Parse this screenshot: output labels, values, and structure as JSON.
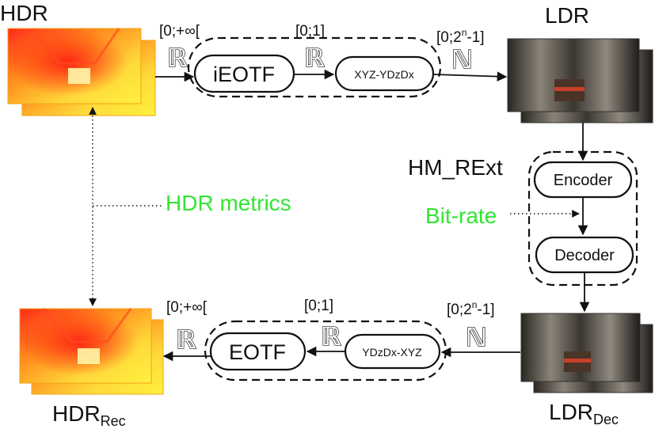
{
  "nodes": {
    "hdr": "HDR",
    "ldr": "LDR",
    "hdr_rec_main": "HDR",
    "hdr_rec_sub": "Rec",
    "ldr_dec_main": "LDR",
    "ldr_dec_sub": "Dec",
    "ieotf": "iEOTF",
    "xyz_ydzdx": "XYZ-YDzDx",
    "eotf": "EOTF",
    "ydzdx_xyz": "YDzDx-XYZ",
    "hm_rext": "HM_RExt",
    "encoder": "Encoder",
    "decoder": "Decoder"
  },
  "ranges": {
    "top_hdr": "[0;+∞[",
    "top_mid": "[0;1]",
    "top_ldr_base": "[0;2",
    "top_ldr_sup": "n",
    "top_ldr_end": "-1]",
    "bot_hdr": "[0;+∞[",
    "bot_mid": "[0;1]",
    "bot_ldr_base": "[0;2",
    "bot_ldr_sup": "n",
    "bot_ldr_end": "-1]"
  },
  "sets": {
    "real": "ℝ",
    "natural": "ℕ"
  },
  "annotations": {
    "hdr_metrics": "HDR metrics",
    "bit_rate": "Bit-rate"
  },
  "colors": {
    "annotation": "#33e533",
    "line": "#111111"
  }
}
